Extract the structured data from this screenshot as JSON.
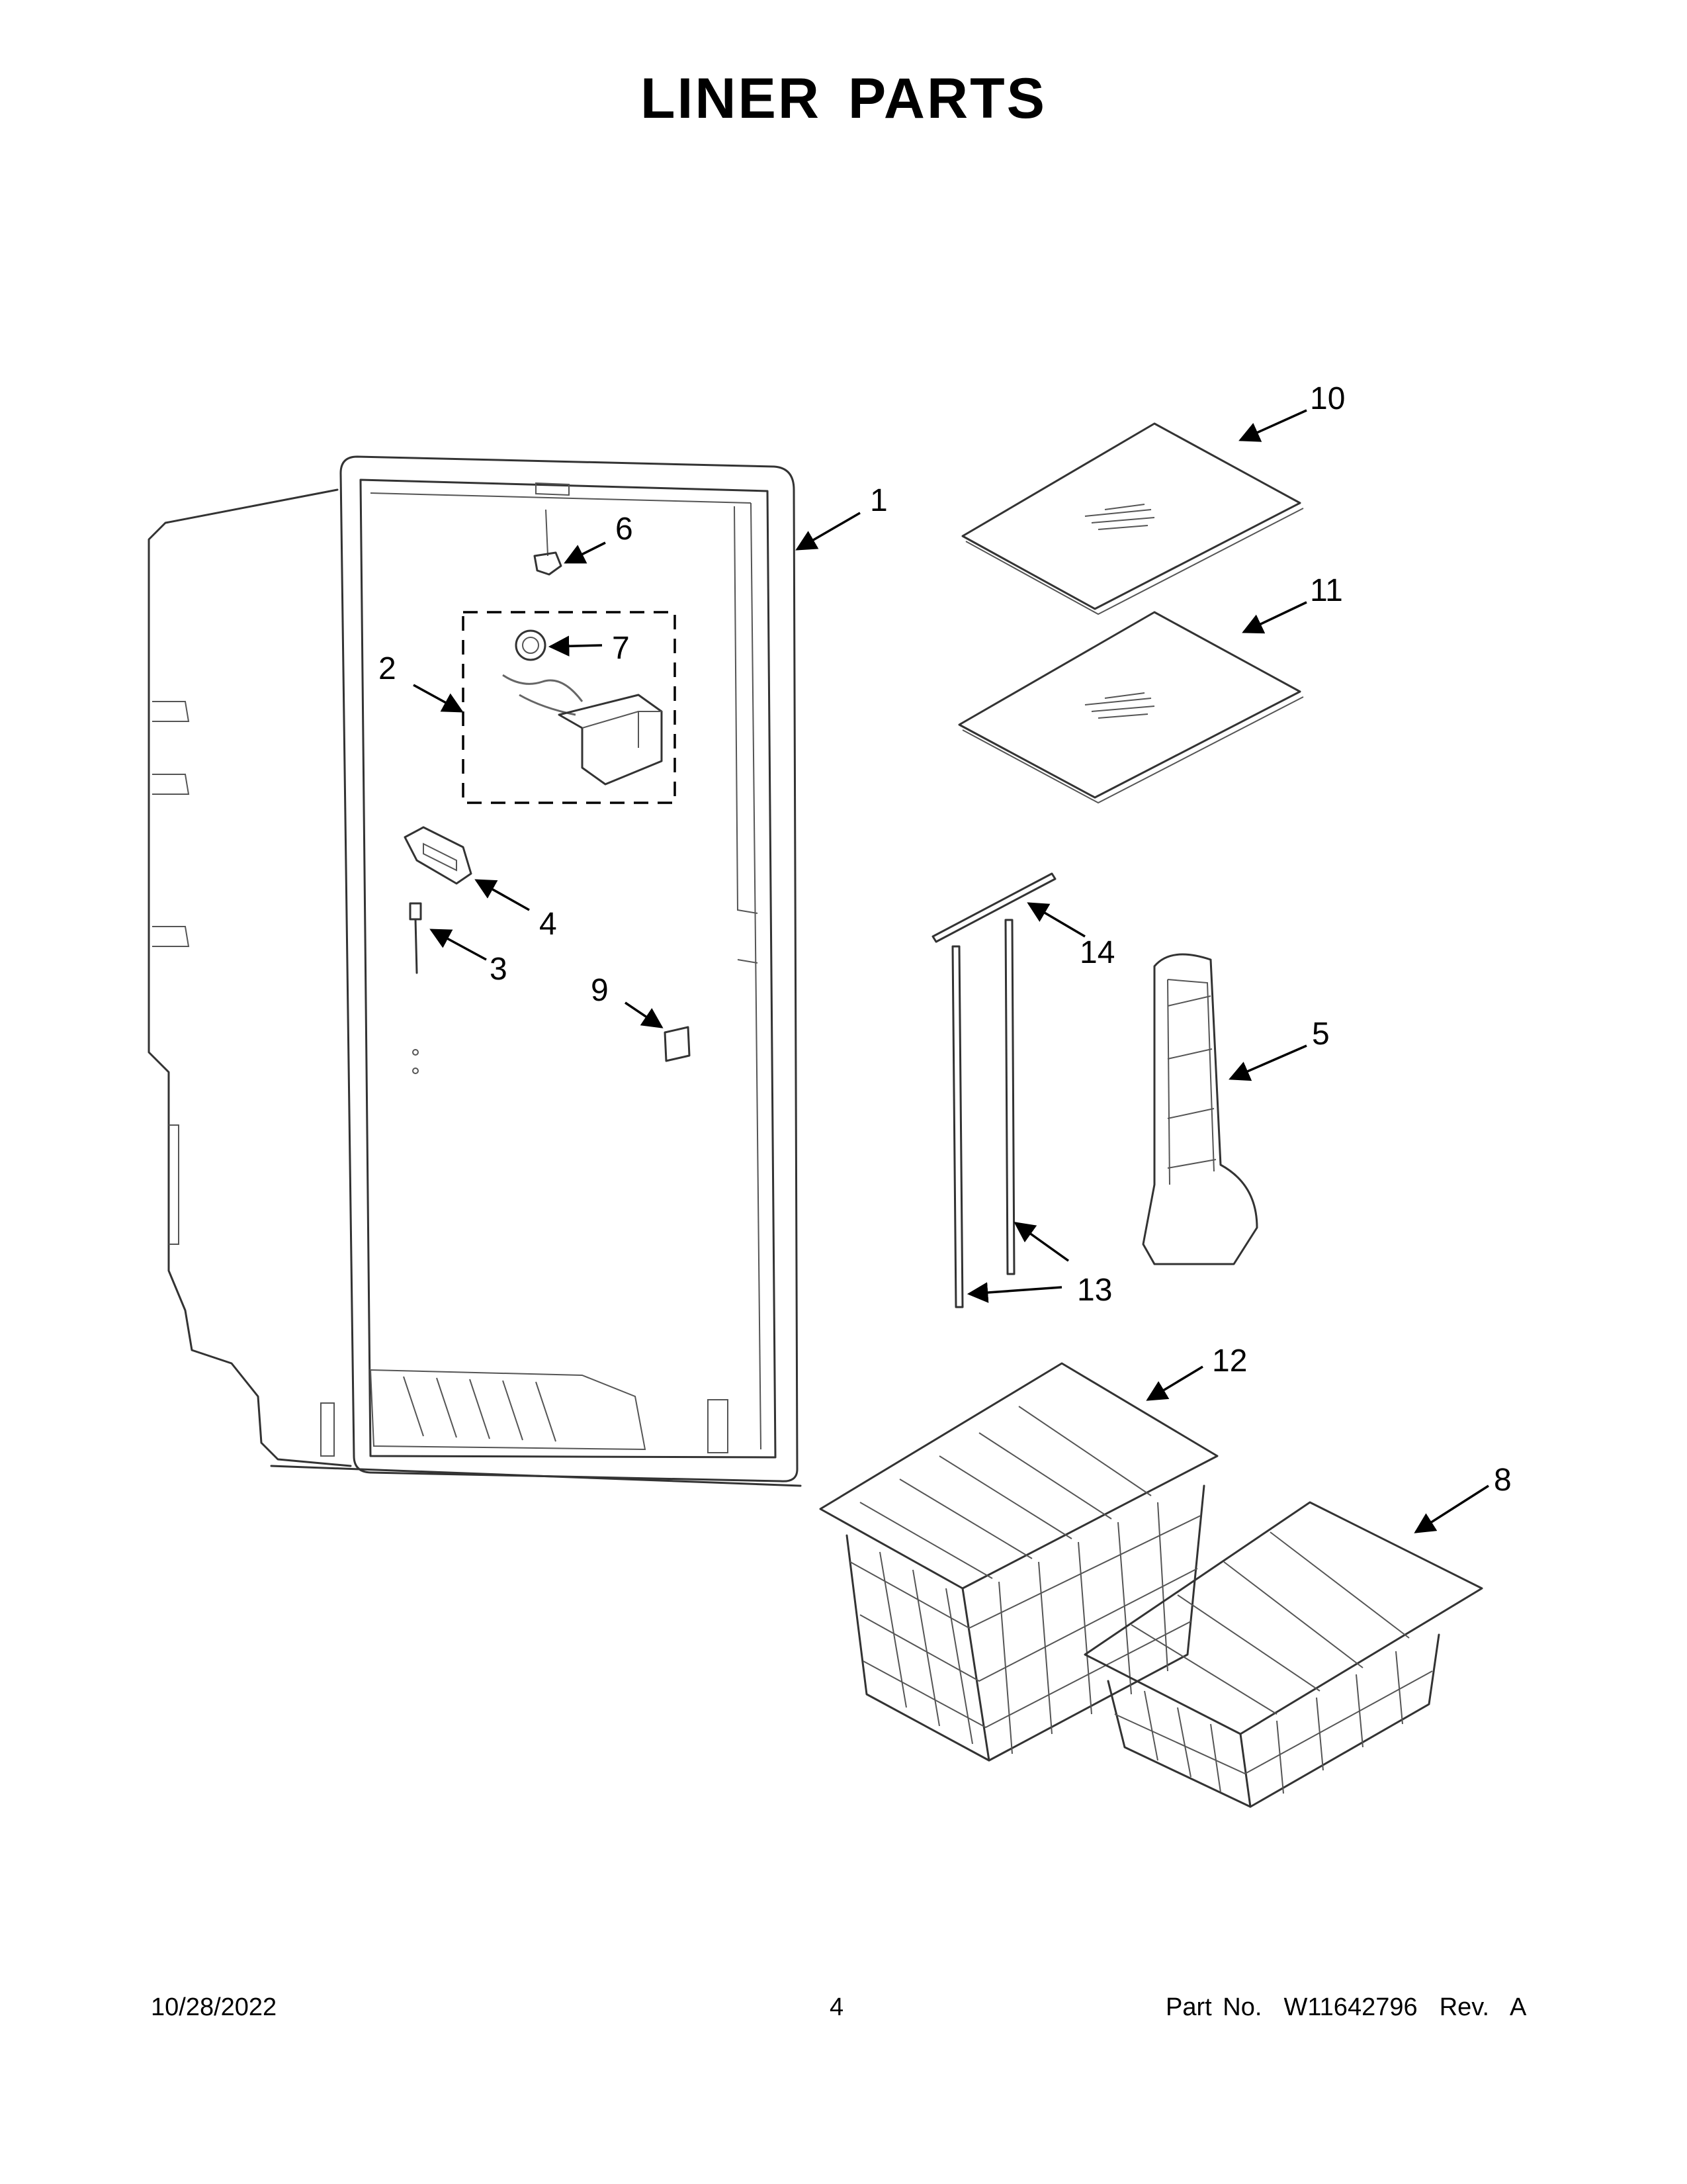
{
  "header": {
    "title": "LINER PARTS"
  },
  "callouts": [
    {
      "id": "1",
      "label": "1"
    },
    {
      "id": "2",
      "label": "2"
    },
    {
      "id": "3",
      "label": "3"
    },
    {
      "id": "4",
      "label": "4"
    },
    {
      "id": "5",
      "label": "5"
    },
    {
      "id": "6",
      "label": "6"
    },
    {
      "id": "7",
      "label": "7"
    },
    {
      "id": "8",
      "label": "8"
    },
    {
      "id": "9",
      "label": "9"
    },
    {
      "id": "10",
      "label": "10"
    },
    {
      "id": "11",
      "label": "11"
    },
    {
      "id": "12",
      "label": "12"
    },
    {
      "id": "13",
      "label": "13"
    },
    {
      "id": "14",
      "label": "14"
    }
  ],
  "footer": {
    "date": "10/28/2022",
    "page": "4",
    "part": "Part No.  W11642796  Rev.  A"
  }
}
